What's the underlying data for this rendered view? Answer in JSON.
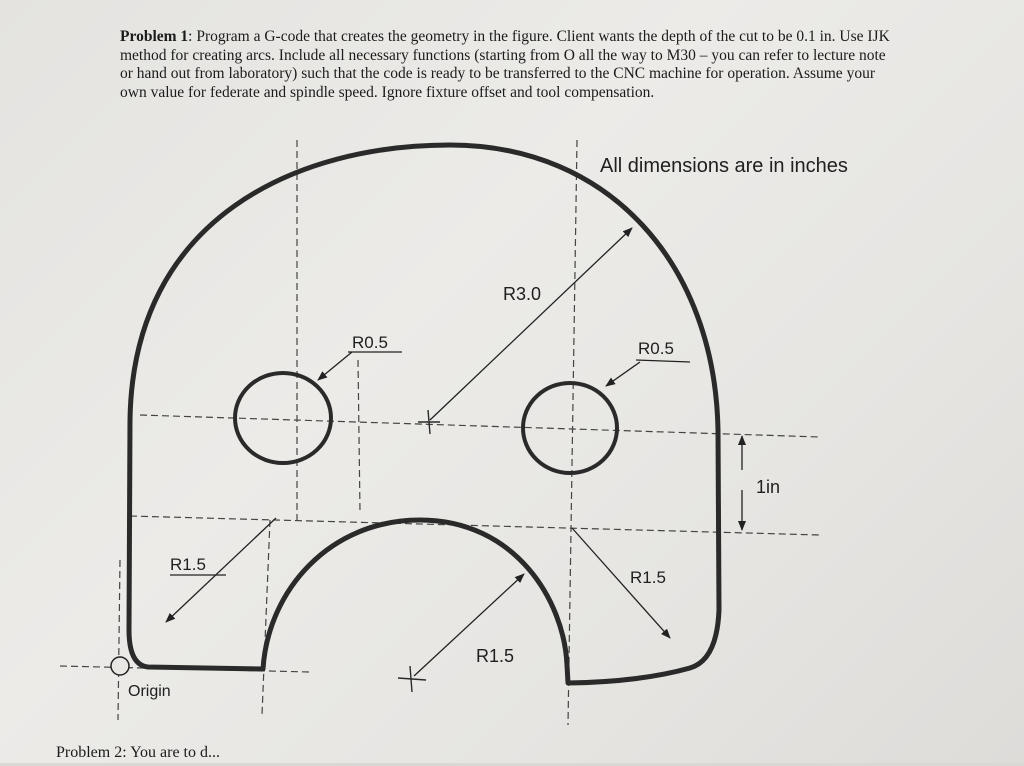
{
  "problem1": {
    "label": "Problem 1",
    "text": ": Program a G-code that creates the geometry in the figure. Client wants the depth of the cut to be 0.1 in. Use IJK method for creating arcs. Include all necessary functions (starting from O all the way to M30 – you can refer to lecture note or hand out from laboratory) such that the code is ready to be transferred to the CNC machine for operation. Assume your own value for federate and spindle speed. Ignore fixture offset and tool compensation."
  },
  "figure": {
    "note": "All dimensions are in inches",
    "labels": {
      "r_outer": "R3.0",
      "r_hole_left": "R0.5",
      "r_hole_right": "R0.5",
      "r_corner_left": "R1.5",
      "r_corner_right": "R1.5",
      "r_cutout": "R1.5",
      "dim_1in": "1in",
      "origin": "Origin"
    }
  },
  "problem2": {
    "text": "Problem 2: You are to d..."
  }
}
